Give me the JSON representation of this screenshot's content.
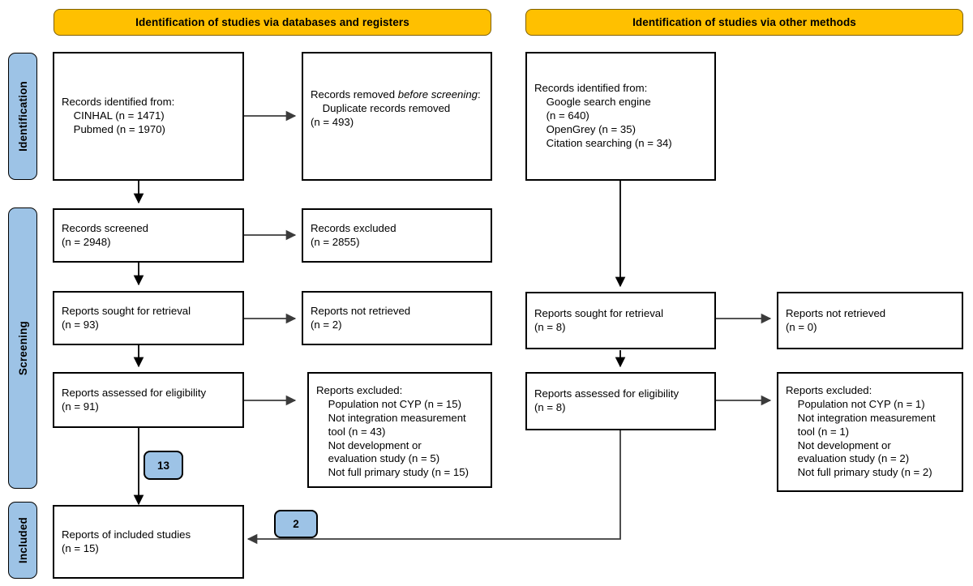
{
  "diagram": {
    "type": "prisma-flow-diagram",
    "colors": {
      "header_fill": "#FFC000",
      "stage_fill": "#9DC3E6",
      "badge_fill": "#9DC3E6",
      "box_fill": "#FFFFFF",
      "line": "#000000"
    }
  },
  "column_headers": {
    "databases": "Identification of studies via databases and registers",
    "other": "Identification of studies via other methods"
  },
  "stages": [
    {
      "label": "Identification"
    },
    {
      "label": "Screening"
    },
    {
      "label": "Included"
    }
  ],
  "databases_column": {
    "identified": "Records identified from:\n    CINHAL (n = 1471)\n    Pubmed (n = 1970)",
    "removed_line1": "Records removed ",
    "removed_italic": "before screening",
    "removed_rest": ":\n    Duplicate records removed\n(n = 493)",
    "screened": "Records screened\n(n = 2948)",
    "excluded_screened": "Records excluded\n(n = 2855)",
    "sought": "Reports sought for retrieval\n(n = 93)",
    "not_retrieved": "Reports not retrieved\n(n = 2)",
    "assessed": "Reports assessed for eligibility\n(n = 91)",
    "reports_excluded": "Reports excluded:\n    Population not CYP (n = 15)\n    Not integration measurement\n    tool (n = 43)\n    Not development or\n    evaluation study (n = 5)\n    Not full primary study (n = 15)"
  },
  "other_column": {
    "identified": "Records identified from:\n    Google search engine\n    (n = 640)\n    OpenGrey (n = 35)\n    Citation searching (n = 34)",
    "sought": "Reports sought for retrieval\n(n = 8)",
    "not_retrieved": "Reports not retrieved\n(n = 0)",
    "assessed": "Reports assessed for eligibility\n(n = 8)",
    "reports_excluded": "Reports excluded:\n    Population not CYP (n = 1)\n    Not integration measurement\n    tool (n = 1)\n    Not development or\n    evaluation study (n = 2)\n    Not full primary study (n = 2)"
  },
  "included": {
    "box": "Reports of included studies\n(n = 15)",
    "badge_from_databases": "13",
    "badge_from_other": "2"
  }
}
